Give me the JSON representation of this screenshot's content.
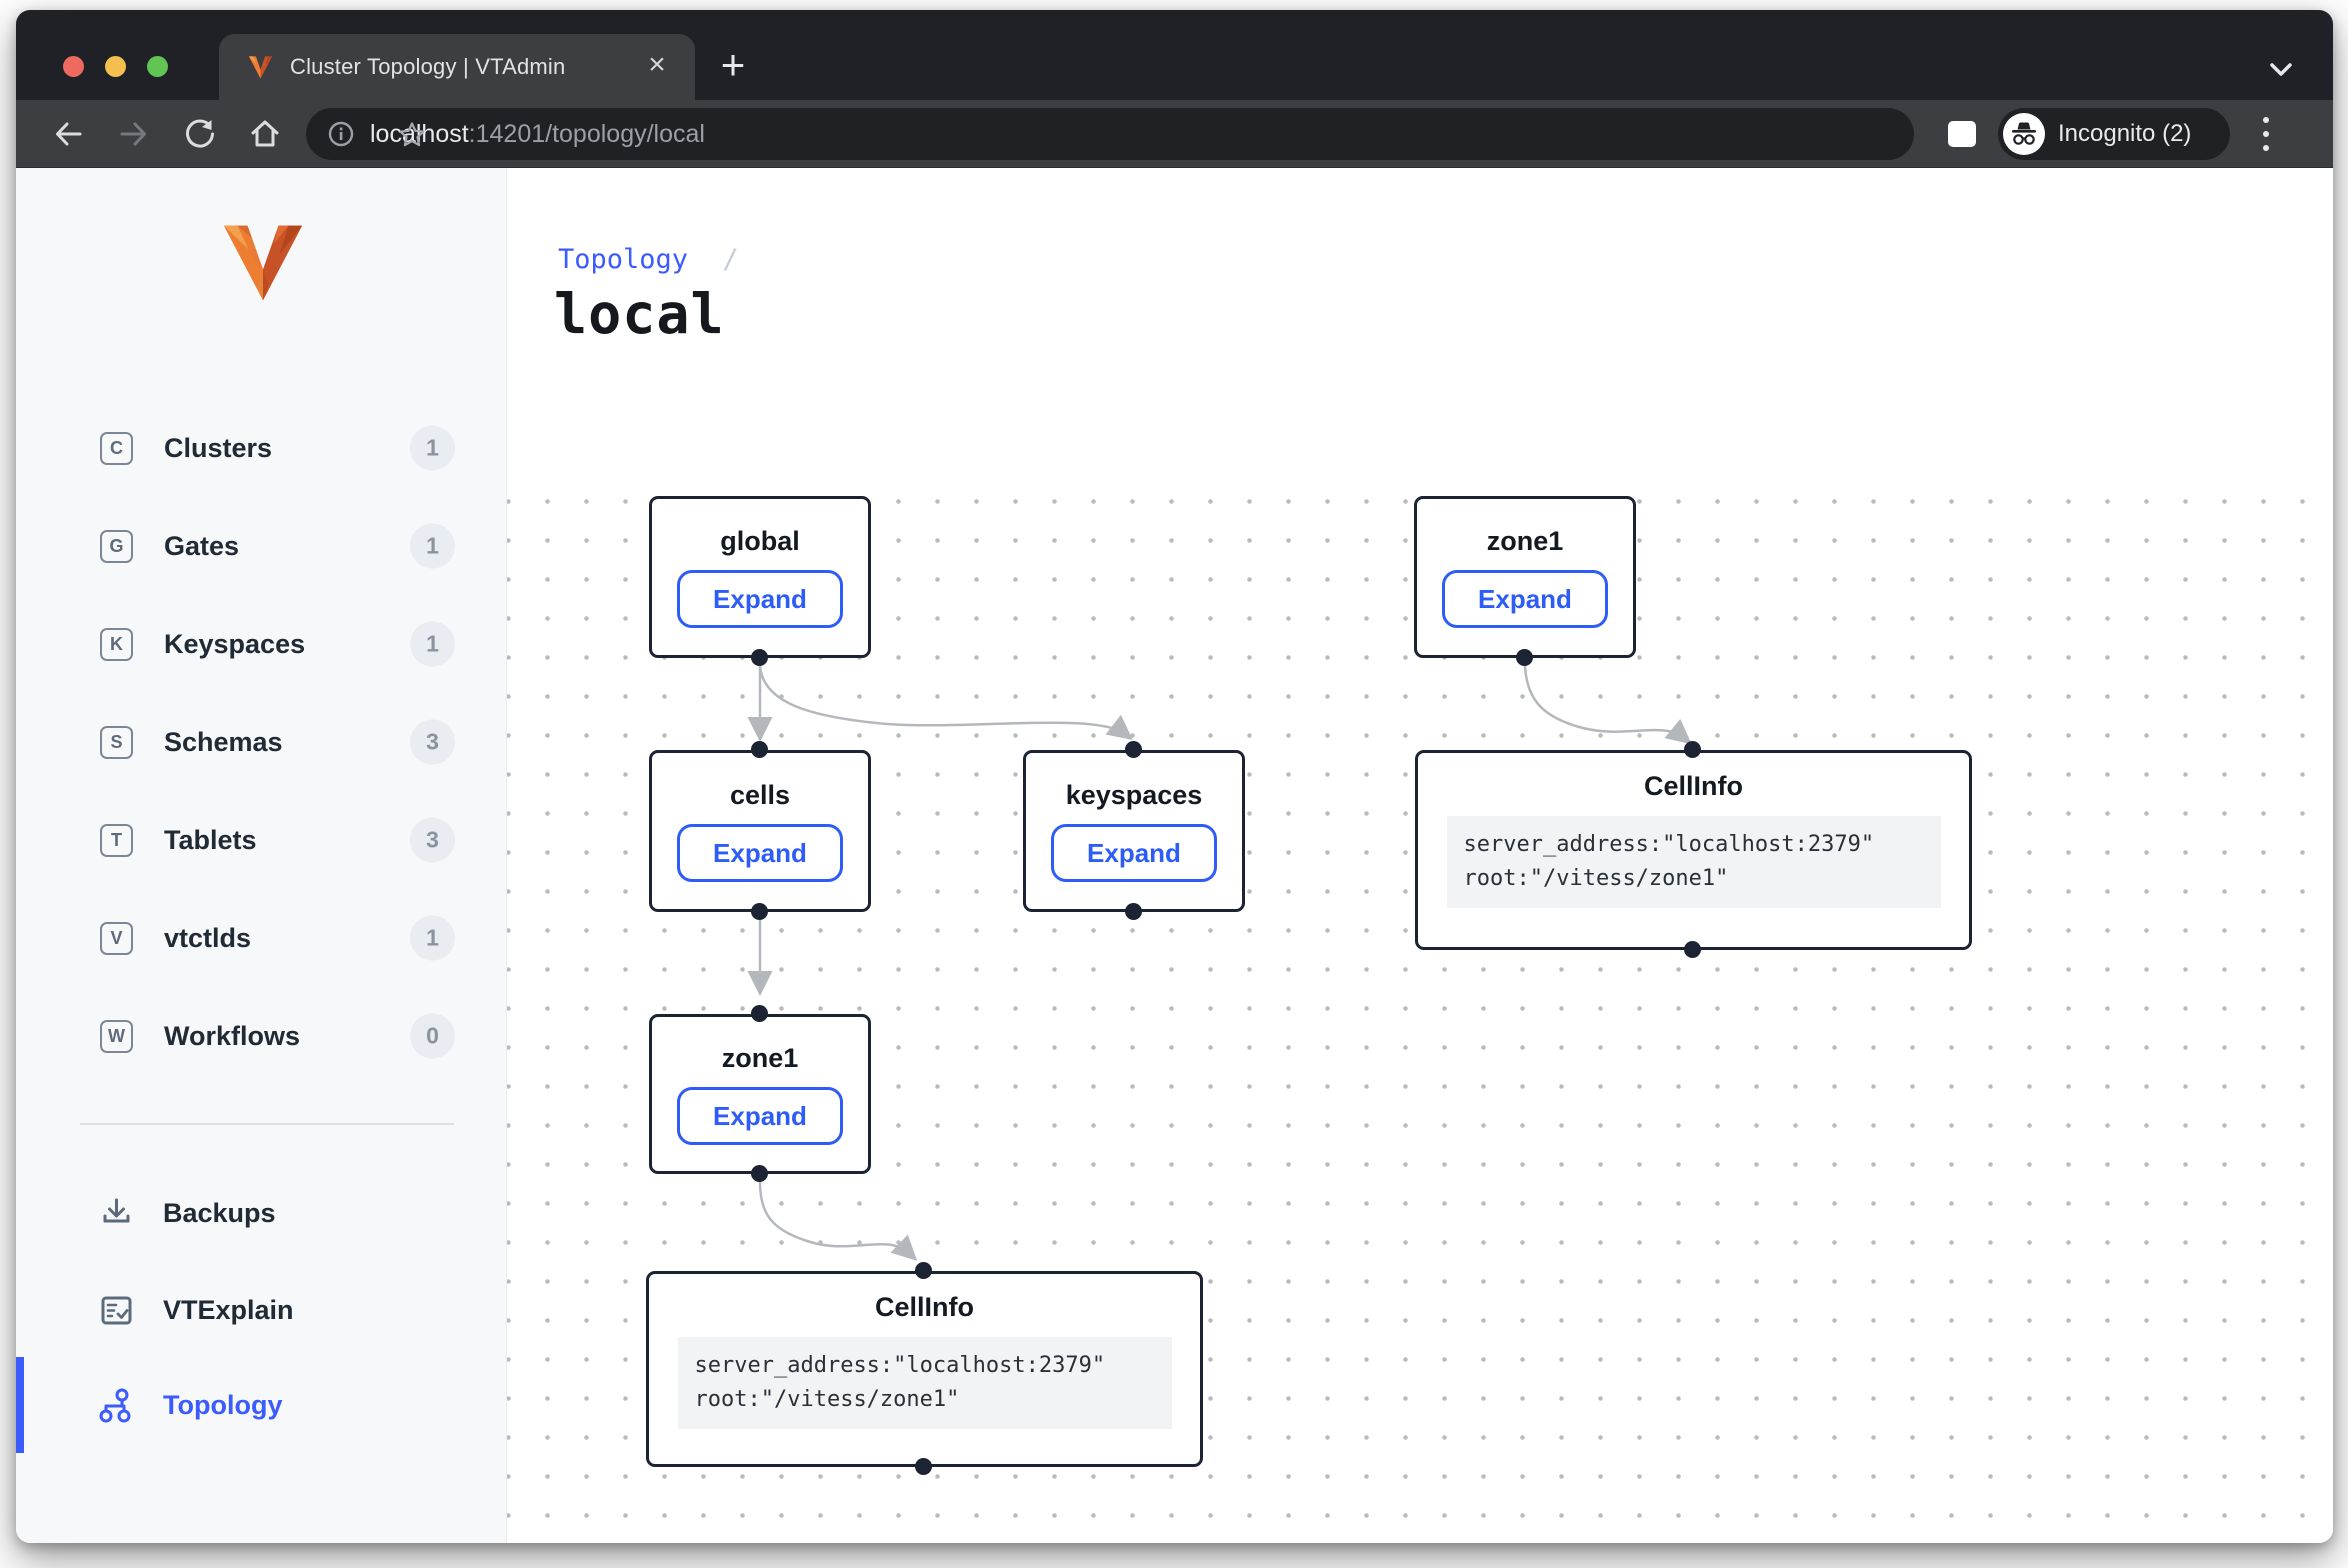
{
  "browser": {
    "tab_title": "Cluster Topology | VTAdmin",
    "close_tab_glyph": "×",
    "new_tab_glyph": "+",
    "url": {
      "host": "localhost",
      "path": ":14201/topology/local"
    },
    "incognito_label": "Incognito (2)"
  },
  "sidebar": {
    "items": [
      {
        "icon_letter": "C",
        "label": "Clusters",
        "count": 1
      },
      {
        "icon_letter": "G",
        "label": "Gates",
        "count": 1
      },
      {
        "icon_letter": "K",
        "label": "Keyspaces",
        "count": 1
      },
      {
        "icon_letter": "S",
        "label": "Schemas",
        "count": 3
      },
      {
        "icon_letter": "T",
        "label": "Tablets",
        "count": 3
      },
      {
        "icon_letter": "V",
        "label": "vtctlds",
        "count": 1
      },
      {
        "icon_letter": "W",
        "label": "Workflows",
        "count": 0
      }
    ],
    "tools": [
      {
        "label": "Backups"
      },
      {
        "label": "VTExplain"
      },
      {
        "label": "Topology",
        "active": true
      }
    ]
  },
  "main": {
    "breadcrumb": "Topology",
    "breadcrumb_separator": "/",
    "title": "local"
  },
  "graph": {
    "nodes": [
      {
        "title": "global",
        "button": "Expand"
      },
      {
        "title": "zone1",
        "button": "Expand"
      },
      {
        "title": "cells",
        "button": "Expand"
      },
      {
        "title": "keyspaces",
        "button": "Expand"
      },
      {
        "title": "CellInfo",
        "code_line1": "server_address:\"localhost:2379\"",
        "code_line2": "root:\"/vitess/zone1\""
      },
      {
        "title": "zone1",
        "button": "Expand"
      },
      {
        "title": "CellInfo",
        "code_line1": "server_address:\"localhost:2379\"",
        "code_line2": "root:\"/vitess/zone1\""
      }
    ]
  },
  "colors": {
    "accent_blue": "#2d5cf6",
    "active_nav_blue": "#3b5bfc",
    "vitess_orange": "#ed7d31",
    "node_border": "#1c2433",
    "edge_gray": "#b4b8bd"
  }
}
